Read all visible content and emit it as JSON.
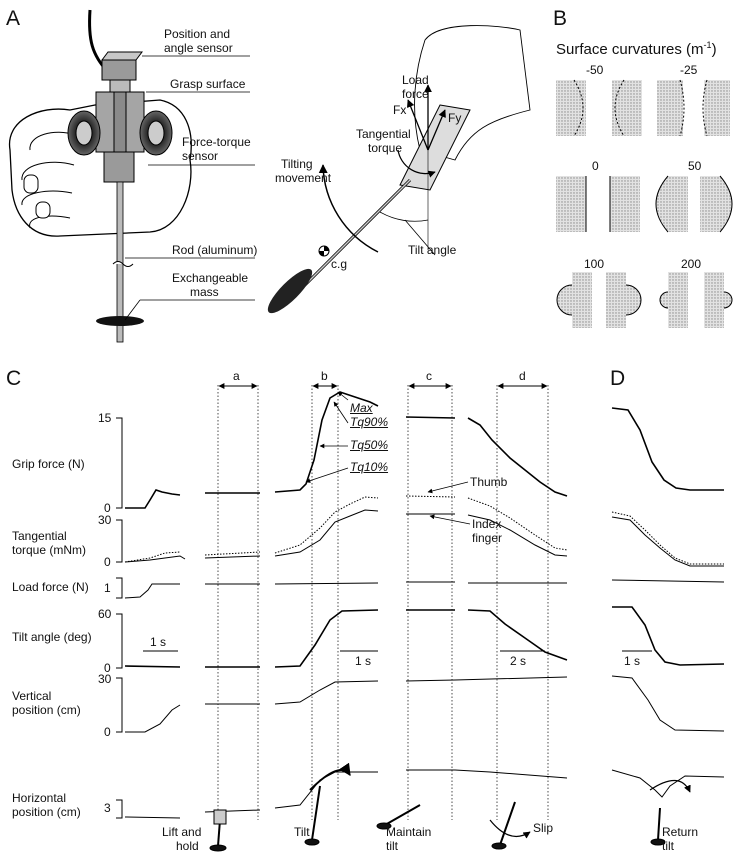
{
  "panels": {
    "a": "A",
    "b": "B",
    "c": "C",
    "d": "D"
  },
  "device_labels": {
    "position_sensor": [
      "Position and",
      "angle sensor"
    ],
    "grasp_surface": "Grasp surface",
    "force_torque_sensor": [
      "Force-torque",
      "sensor"
    ],
    "rod": "Rod (aluminum)",
    "mass": [
      "Exchangeable",
      "mass"
    ]
  },
  "tilt_labels": {
    "load_force": [
      "Load",
      "force"
    ],
    "fx": "Fx",
    "fy": "Fy",
    "tangential_torque": [
      "Tangential",
      "torque"
    ],
    "tilting_movement": [
      "Tilting",
      "movement"
    ],
    "cg": "c.g",
    "tilt_angle": "Tilt angle"
  },
  "curvature": {
    "title": "Surface curvatures (m",
    "title_exp": "-1",
    "title_end": ")",
    "values": [
      "-50",
      "-25",
      "0",
      "50",
      "100",
      "200"
    ]
  },
  "traces": {
    "rows": [
      {
        "label": [
          "Grip force (N)"
        ],
        "ticks": [
          "15",
          "0"
        ]
      },
      {
        "label": [
          "Tangential",
          "torque (mNm)"
        ],
        "ticks": [
          "30",
          "0"
        ]
      },
      {
        "label": [
          "Load force (N)"
        ],
        "ticks": [
          "1"
        ]
      },
      {
        "label": [
          "Tilt angle (deg)"
        ],
        "ticks": [
          "60",
          "0"
        ]
      },
      {
        "label": [
          "Vertical",
          "position (cm)"
        ],
        "ticks": [
          "30",
          "0"
        ]
      },
      {
        "label": [
          "Horizontal",
          "position (cm)"
        ],
        "ticks": [
          "3"
        ]
      }
    ],
    "phase_markers": [
      "a",
      "b",
      "c",
      "d"
    ],
    "threshold_labels": [
      "Max",
      "Tq90%",
      "Tq50%",
      "Tq10%"
    ],
    "finger_labels": {
      "thumb": "Thumb",
      "index": [
        "Index",
        "finger"
      ]
    },
    "scale_bars": [
      "1 s",
      "1 s",
      "2 s",
      "1 s"
    ],
    "phase_names": [
      [
        "Lift and",
        "hold"
      ],
      [
        "Tilt"
      ],
      [
        "Maintain",
        "tilt"
      ],
      [
        "Slip"
      ],
      [
        "Return",
        "tilt"
      ]
    ]
  }
}
